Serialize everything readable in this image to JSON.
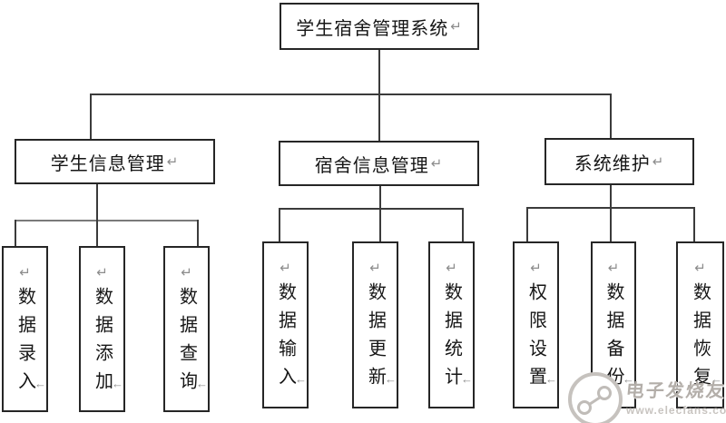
{
  "marks": {
    "paragraph": "↵",
    "line_end": "←"
  },
  "tree": {
    "root": {
      "label": "学生宿舍管理系统"
    },
    "branches": [
      {
        "label": "学生信息管理",
        "children": [
          {
            "label": "数据录入"
          },
          {
            "label": "数据添加"
          },
          {
            "label": "数据查询"
          }
        ]
      },
      {
        "label": "宿舍信息管理",
        "children": [
          {
            "label": "数据输入"
          },
          {
            "label": "数据更新"
          },
          {
            "label": "数据统计"
          }
        ]
      },
      {
        "label": "系统维护",
        "children": [
          {
            "label": "权限设置"
          },
          {
            "label": "数据备份"
          },
          {
            "label": "数据恢复"
          }
        ]
      }
    ]
  },
  "watermark": {
    "brand": "电子发烧友",
    "url": "www.elecfans.com"
  },
  "colors": {
    "background": "#ffffff",
    "box_border": "#262626",
    "line": "#3b3b3b",
    "line_light": "#7a7a7a",
    "mark": "#8c8c8c",
    "watermark": "#b3aea9"
  }
}
